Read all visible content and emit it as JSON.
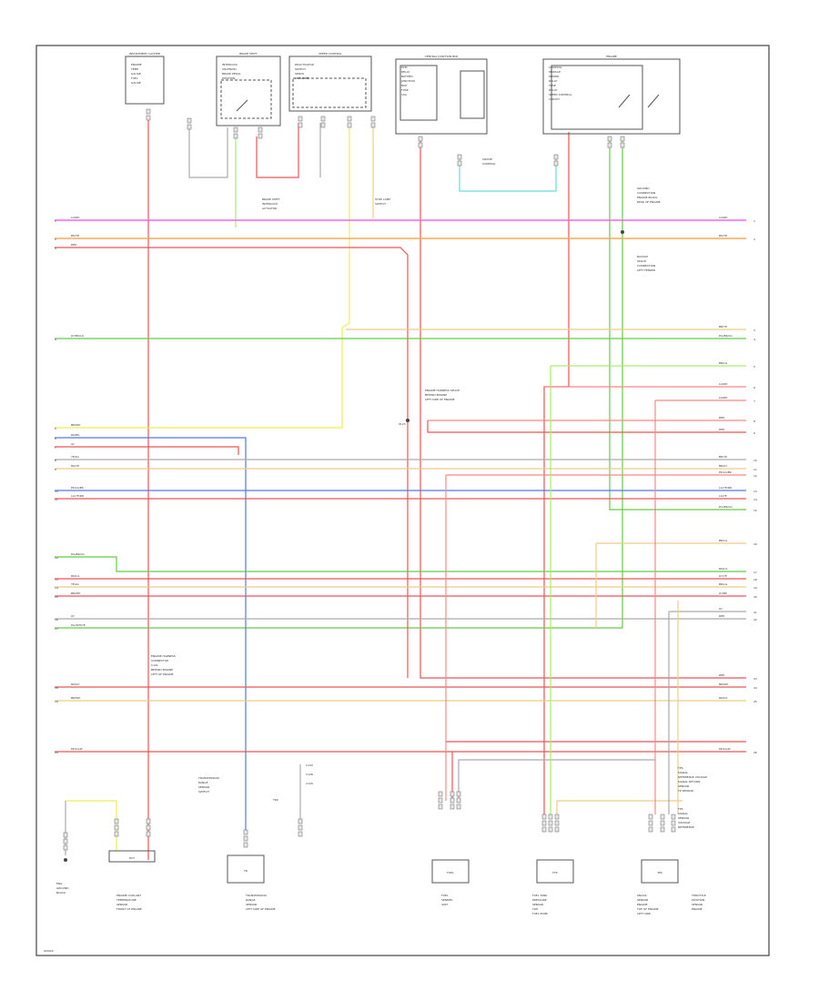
{
  "diagram": {
    "footer_code": "W0000",
    "colors": {
      "pink": "#ee66ee",
      "orange": "#ffaa55",
      "red": "#ee5555",
      "light_red": "#ff8888",
      "green": "#66cc44",
      "yellow": "#eeee55",
      "blue": "#5577ee",
      "tan": "#eecc88",
      "gray": "#aaaaaa",
      "light_green": "#aaee66",
      "cyan": "#66dddd",
      "olive": "#cccc66",
      "frame": "#444444"
    },
    "components": [
      {
        "id": "cluster",
        "title": "INSTRUMENT CLUSTER",
        "sub": [
          "ENGINE",
          "TEMP",
          "GAUGE",
          "FUEL",
          "GAUGE"
        ]
      },
      {
        "id": "brake",
        "title": "BRAKE SHIFT",
        "sub": [
          "INTERLOCK",
          "SOLENOID",
          "BRAKE PEDAL",
          "POSITION"
        ]
      },
      {
        "id": "spdcontrol",
        "title": "SPEED CONTROL",
        "sub": [
          "DEACTIVATOR",
          "SWITCH",
          "SERVO",
          "AMPLIFIER"
        ]
      },
      {
        "id": "pdb",
        "title": "CENTRAL JUNCTION BOX",
        "sub": [
          "PCM",
          "RELAY",
          "BATTERY",
          "JUNCTION",
          "BOX",
          "FUSE",
          "10A"
        ]
      },
      {
        "id": "pcmrelay",
        "title": "ENGINE",
        "sub": [
          "CONTROL",
          "MODULE",
          "POWER",
          "RELAY",
          "FUSE",
          "RELAY",
          "SPEED CONTROL",
          "CIRCUIT"
        ]
      }
    ],
    "top_labels": {
      "shift_lock": [
        "BRAKE SHIFT",
        "INTERLOCK",
        "ACTUATOR"
      ],
      "stop_lamp": [
        "STOP LAMP",
        "SWITCH"
      ],
      "cruise": [
        "CRUISE",
        "CONTROL"
      ],
      "ground_note": [
        "GROUND",
        "CONNECTION",
        "ENGINE BLOCK",
        "REAR OF ENGINE"
      ],
      "backup_note": [
        "BACKUP",
        "SPLICE",
        "CONNECTION",
        "LEFT FENDER"
      ],
      "splice_note": [
        "ENGINE HARNESS SPLICE",
        "BEHIND ENGINE",
        "LEFT SIDE OF ENGINE"
      ],
      "s_label": "S123"
    },
    "wires": {
      "left": [
        "LG/RD",
        "RD/YE",
        "RED",
        "GY/BK/LG",
        "BR/WH",
        "RD/BK",
        "GY",
        "YE/LG",
        "RD/YE",
        "PK/LG/BK",
        "LG/YE/RD",
        "DG/BK/LG",
        "RD/LG",
        "YE/LG",
        "BR/WH",
        "GY",
        "DG/WH/YE",
        "RD/GY",
        "BR/WH",
        "PK/LG/LT"
      ],
      "right": [
        "LG/RD",
        "RD/YE",
        "BR/YE",
        "DG/BK/LG",
        "BR/LG",
        "LG/RD",
        "LG/RD",
        "RED",
        "RED",
        "BR/YE",
        "BR/GY",
        "PK/LG/BK",
        "LG/YE/RD",
        "LG/YE",
        "DG/BK/LG",
        "BR/LG",
        "RD/LG",
        "GY/YE",
        "BR/LG",
        "GY/BK",
        "GY",
        "RED",
        "RED",
        "BR/WH",
        "RD/GY",
        "PK/LG/LT"
      ],
      "numbers_left": [
        "1",
        "2",
        "3",
        "4",
        "5",
        "6",
        "7",
        "8",
        "9",
        "10",
        "11",
        "12",
        "13",
        "14",
        "15",
        "16",
        "17",
        "18",
        "19",
        "20"
      ],
      "numbers_right": [
        "1",
        "2",
        "3",
        "4",
        "5",
        "6",
        "7",
        "8",
        "9",
        "10",
        "11",
        "12",
        "13",
        "14",
        "15",
        "16",
        "17",
        "18",
        "19",
        "20",
        "21",
        "22",
        "23",
        "24",
        "25",
        "26"
      ]
    },
    "mid_notes": {
      "engine_harness": [
        "ENGINE HARNESS",
        "CONNECTOR",
        "C101",
        "BEHIND ENGINE",
        "LEFT OF ENGINE"
      ],
      "transmission": [
        "TRANSMISSION",
        "RANGE",
        "SENSOR",
        "SWITCH"
      ],
      "trans_c": [
        "C133",
        "C128",
        "C129"
      ]
    },
    "bottom_components": [
      {
        "id": "ect",
        "lines": [
          "ENGINE COOLANT",
          "TEMPERATURE",
          "SENSOR",
          "FRONT OF ENGINE"
        ],
        "cap": "ECT"
      },
      {
        "id": "tr",
        "lines": [
          "TRANSMISSION",
          "RANGE",
          "SENSOR",
          "LEFT SIDE OF ENGINE"
        ],
        "cap": "TR"
      },
      {
        "id": "fuel",
        "lines": [
          "FUEL",
          "SENDER",
          "UNIT"
        ],
        "cap": "FUEL"
      },
      {
        "id": "fueltank",
        "lines": [
          "FUEL TANK",
          "PRESSURE",
          "SENSOR",
          "TOP",
          "FUEL PUMP"
        ],
        "cap": "FTP"
      },
      {
        "id": "knock",
        "lines": [
          "KNOCK",
          "SENSOR",
          "ENGINE",
          "TOP OF ENGINE",
          "LEFT SIDE"
        ],
        "cap": "KS"
      },
      {
        "id": "throttle",
        "lines": [
          "THROTTLE",
          "POSITION",
          "SENSOR",
          "ENGINE"
        ],
        "cap": "TPS"
      }
    ],
    "side_notes": {
      "throttle_a": [
        "TPS",
        "SIGNAL",
        "REFERENCE VOLTAGE",
        "SIGNAL RETURN",
        "SENSOR",
        "TP SENSOR"
      ],
      "throttle_b": [
        "TPS",
        "SIGNAL",
        "SENSOR",
        "VOLTAGE",
        "REFERENCE"
      ],
      "blank_label": "TRS",
      "ground_left": [
        "ENG",
        "GROUND",
        "BLOCK"
      ]
    }
  }
}
